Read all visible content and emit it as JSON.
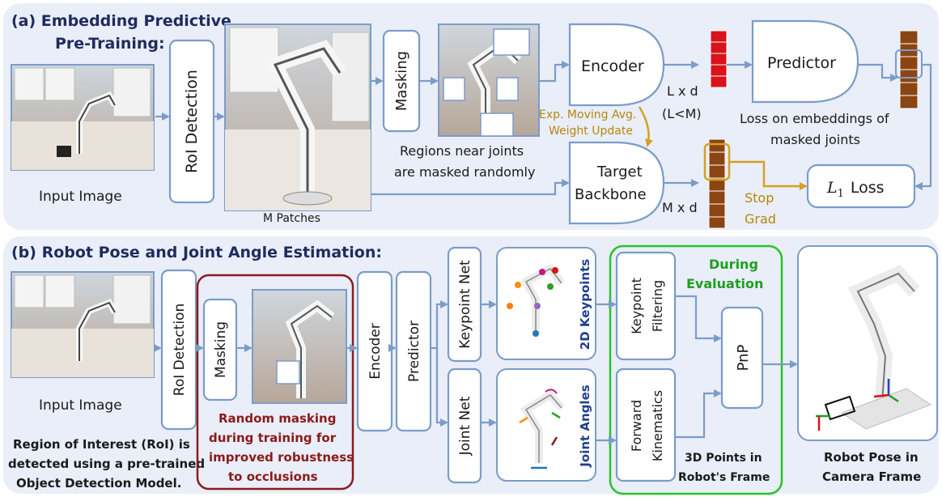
{
  "panel_a": {
    "title_line1": "(a) Embedding Predictive",
    "title_line2": "Pre-Training:",
    "input_label": "Input Image",
    "roi_label": "RoI Detection",
    "patches_label": "M Patches",
    "masking_label": "Masking",
    "masked_caption_line1": "Regions near joints",
    "masked_caption_line2": "are masked randomly",
    "encoder_label": "Encoder",
    "ema_line1": "Exp. Moving Avg.",
    "ema_line2": "Weight Update",
    "target_line1": "Target",
    "target_line2": "Backbone",
    "ld_line1": "L x d",
    "ld_line2": "(L<M)",
    "md_label": "M x d",
    "predictor_label": "Predictor",
    "loss_caption_line1": "Loss on embeddings of",
    "loss_caption_line2": "masked joints",
    "stop_line1": "Stop",
    "stop_line2": "Grad",
    "l1_symbol": "L",
    "l1_sub": "1",
    "l1_word": "Loss"
  },
  "panel_b": {
    "title": "(b) Robot Pose and Joint Angle Estimation:",
    "input_label": "Input Image",
    "roi_note_line1": "Region of Interest (RoI) is",
    "roi_note_line2": "detected using a pre-trained",
    "roi_note_line3": "Object Detection Model.",
    "roi_label": "RoI Detection",
    "masking_label": "Masking",
    "random_line1": "Random masking",
    "random_line2": "during training for",
    "random_line3": "improved robustness",
    "random_line4": "to occlusions",
    "encoder_label": "Encoder",
    "predictor_label": "Predictor",
    "keypoint_net_label": "Keypoint Net",
    "joint_net_label": "Joint Net",
    "keypoints_2d_label": "2D Keypoints",
    "joint_angles_label": "Joint Angles",
    "during_line1": "During",
    "during_line2": "Evaluation",
    "kp_filter_line1": "Keypoint",
    "kp_filter_line2": "Filtering",
    "fk_line1": "Forward",
    "fk_line2": "Kinematics",
    "pnp_label": "PnP",
    "points3d_line1": "3D Points in",
    "points3d_line2": "Robot's Frame",
    "pose_line1": "Robot Pose in",
    "pose_line2": "Camera Frame"
  },
  "colors": {
    "panel_bg": "#e9eef8",
    "box_stroke": "#7b9cc8",
    "title": "#1f2b5e",
    "gold": "#d4a027",
    "dark_red": "#8b1a1a",
    "green": "#1e9e1e",
    "navy_label": "#1f3f8f",
    "embed_red": "#d9121b",
    "embed_brown": "#8b4513"
  }
}
